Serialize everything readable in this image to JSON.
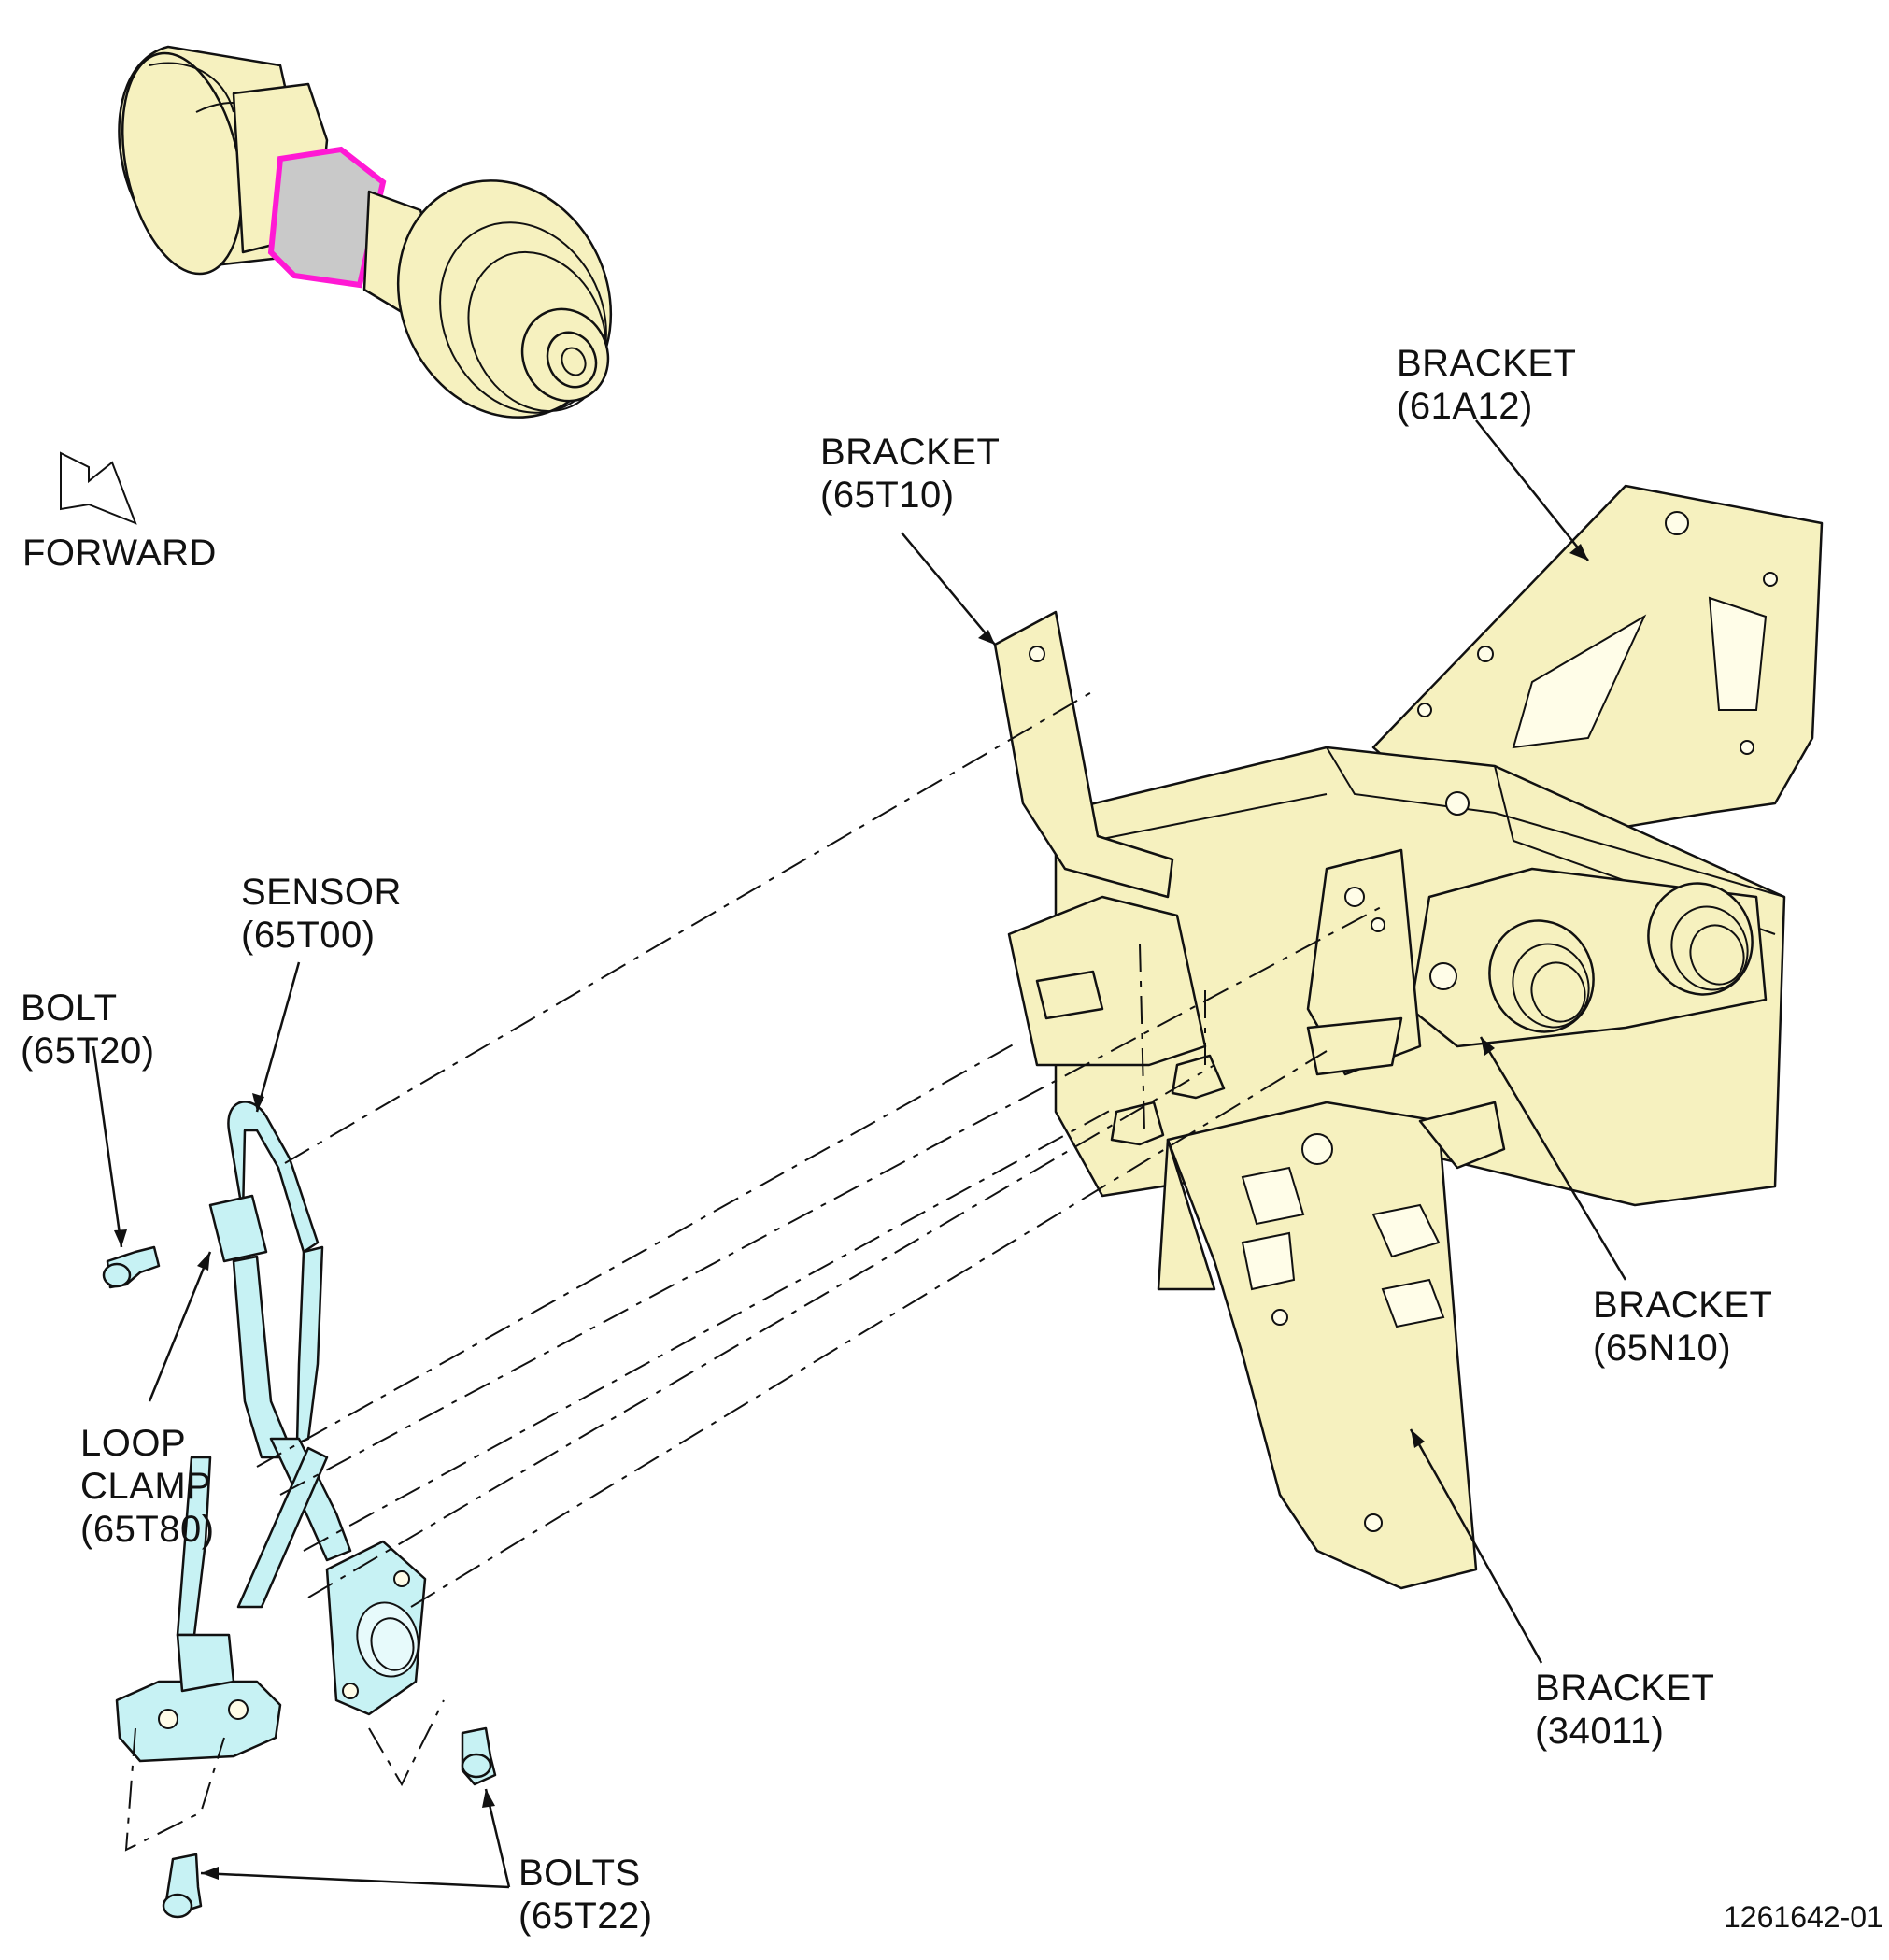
{
  "figure_number": "1261642-01",
  "colors": {
    "part_yellow": "#f6f1bf",
    "sensor_cyan": "#c7f2f4",
    "highlight_magenta": "#ff19d4",
    "highlight_fill": "#c9c9c9"
  },
  "orientation": {
    "label": "FORWARD",
    "icon": "forward-arrow-icon"
  },
  "callouts": {
    "bracket_61a12": {
      "name": "BRACKET",
      "code": "(61A12)"
    },
    "bracket_65t10": {
      "name": "BRACKET",
      "code": "(65T10)"
    },
    "sensor_65t00": {
      "name": "SENSOR",
      "code": "(65T00)"
    },
    "bolt_65t20": {
      "name": "BOLT",
      "code": "(65T20)"
    },
    "loop_clamp_65t80": {
      "line1": "LOOP",
      "line2": "CLAMP",
      "code": "(65T80)"
    },
    "bracket_65n10": {
      "name": "BRACKET",
      "code": "(65N10)"
    },
    "bracket_34011": {
      "name": "BRACKET",
      "code": "(34011)"
    },
    "bolts_65t22": {
      "name": "BOLTS",
      "code": "(65T22)"
    }
  }
}
